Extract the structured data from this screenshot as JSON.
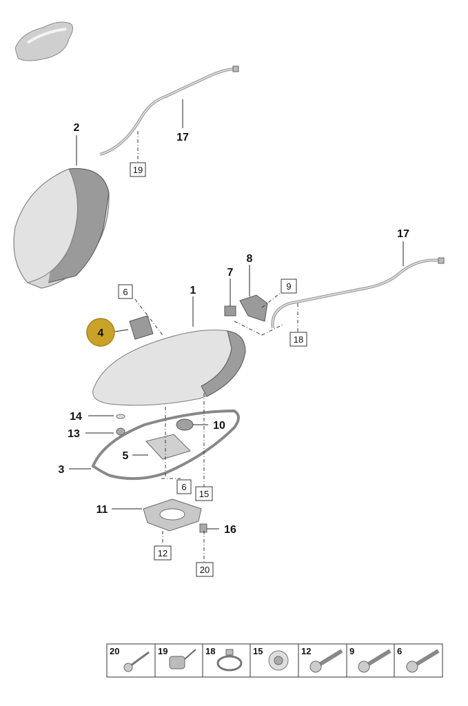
{
  "callouts": {
    "c1": "1",
    "c2": "2",
    "c3": "3",
    "c4": "4",
    "c5": "5",
    "c7": "7",
    "c8": "8",
    "c10": "10",
    "c11": "11",
    "c13": "13",
    "c14": "14",
    "c16": "16",
    "c17a": "17",
    "c17b": "17"
  },
  "boxed": {
    "b6a": "6",
    "b6b": "6",
    "b9": "9",
    "b12": "12",
    "b15": "15",
    "b18": "18",
    "b19": "19",
    "b20": "20"
  },
  "legend": [
    "20",
    "19",
    "18",
    "15",
    "12",
    "9",
    "6"
  ],
  "colors": {
    "highlight": "#c9a227",
    "highlight_border": "#a88420"
  },
  "icons": {
    "car": "car-silhouette-icon",
    "bolt": "bolt-icon",
    "clip": "clip-icon",
    "clamp": "clamp-icon",
    "rivet": "rivet-icon"
  }
}
